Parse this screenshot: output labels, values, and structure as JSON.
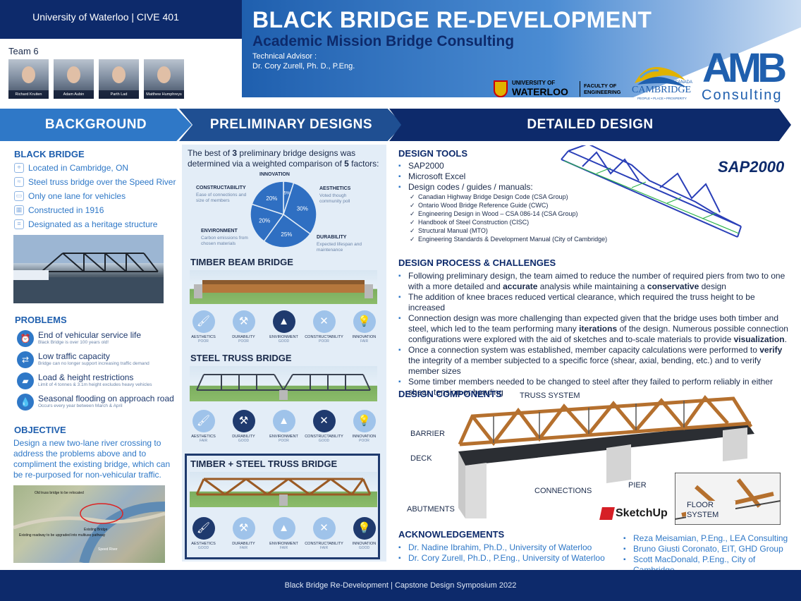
{
  "header": {
    "course": "University of Waterloo  |  CIVE 401",
    "title": "BLACK BRIDGE RE-DEVELOPMENT",
    "subtitle": "Academic Mission Bridge Consulting",
    "advisor_label": "Technical Advisor :",
    "advisor_name": "Dr. Cory Zurell, Ph. D., P.Eng.",
    "team_label": "Team 6",
    "members": [
      "Richard Kruiten",
      "Adam Aubin",
      "Parth Lad",
      "Matthew Humphreys"
    ]
  },
  "logos": {
    "uw_line1": "UNIVERSITY OF",
    "uw_line2": "WATERLOO",
    "uw_faculty": "FACULTY OF ENGINEERING",
    "cambridge": "CAMBRIDGE",
    "cambridge_country": "CANADA",
    "cambridge_tag": "PEOPLE • PLACE • PROSPERITY",
    "amb_letters": "AMB",
    "amb_word": "Consulting"
  },
  "sections": {
    "background": "BACKGROUND",
    "preliminary": "PRELIMINARY DESIGNS",
    "detailed": "DETAILED DESIGN"
  },
  "background": {
    "heading": "BLACK BRIDGE",
    "items": [
      "Located in Cambridge, ON",
      "Steel truss bridge over the Speed River",
      "Only one lane for vehicles",
      "Constructed in 1916",
      "Designated as a heritage structure"
    ],
    "problems_heading": "PROBLEMS",
    "problems": [
      {
        "title": "End of vehicular service life",
        "detail": "Black Bridge is over 100 years old!"
      },
      {
        "title": "Low traffic capacity",
        "detail": "Bridge can no longer support increasing traffic demand"
      },
      {
        "title": "Load & height restrictions",
        "detail": "Limit of 4 tonnes & 3.1m height excludes heavy vehicles"
      },
      {
        "title": "Seasonal flooding on approach road",
        "detail": "Occurs every year between March & April"
      }
    ],
    "objective_heading": "OBJECTIVE",
    "objective": "Design a new two-lane river crossing to address the problems above and to compliment the existing bridge, which can be re-purposed for non-vehicular traffic.",
    "map_labels": [
      "Old truss bridge to be relocated",
      "Existing roadway to be upgraded into multiuse pathway",
      "Existing Bridge",
      "Speed River"
    ]
  },
  "preliminary": {
    "intro_a": "The best of ",
    "intro_n1": "3",
    "intro_b": " preliminary bridge designs was determined via a weighted comparison of ",
    "intro_n2": "5",
    "intro_c": " factors:",
    "pie": [
      {
        "name": "INNOVATION",
        "pct": "5%",
        "value": 5,
        "note": ""
      },
      {
        "name": "AESTHETICS",
        "pct": "30%",
        "value": 30,
        "note": "Voted though community poll"
      },
      {
        "name": "DURABILITY",
        "pct": "25%",
        "value": 25,
        "note": "Expected lifespan and maintenance"
      },
      {
        "name": "ENVIRONMENT",
        "pct": "20%",
        "value": 20,
        "note": "Carbon emissions from chosen materials"
      },
      {
        "name": "CONSTRUCTABILITY",
        "pct": "20%",
        "value": 20,
        "note": "Ease of connections and size of members"
      }
    ],
    "bridges": [
      {
        "title": "TIMBER BEAM BRIDGE",
        "factors": [
          {
            "n": "AESTHETICS",
            "r": "POOR",
            "d": false
          },
          {
            "n": "DURABILITY",
            "r": "POOR",
            "d": false
          },
          {
            "n": "ENVIRONMENT",
            "r": "GOOD",
            "d": true
          },
          {
            "n": "CONSTRUCTABILITY",
            "r": "POOR",
            "d": false
          },
          {
            "n": "INNOVATION",
            "r": "FAIR",
            "d": false
          }
        ]
      },
      {
        "title": "STEEL TRUSS BRIDGE",
        "factors": [
          {
            "n": "AESTHETICS",
            "r": "FAIR",
            "d": false
          },
          {
            "n": "DURABILITY",
            "r": "GOOD",
            "d": true
          },
          {
            "n": "ENVIRONMENT",
            "r": "POOR",
            "d": false
          },
          {
            "n": "CONSTRUCTABILITY",
            "r": "GOOD",
            "d": true
          },
          {
            "n": "INNOVATION",
            "r": "POOR",
            "d": false
          }
        ]
      },
      {
        "title": "TIMBER + STEEL TRUSS BRIDGE",
        "factors": [
          {
            "n": "AESTHETICS",
            "r": "GOOD",
            "d": true
          },
          {
            "n": "DURABILITY",
            "r": "FAIR",
            "d": false
          },
          {
            "n": "ENVIRONMENT",
            "r": "FAIR",
            "d": false
          },
          {
            "n": "CONSTRUCTABILITY",
            "r": "FAIR",
            "d": false
          },
          {
            "n": "INNOVATION",
            "r": "GOOD",
            "d": true
          }
        ]
      }
    ]
  },
  "detailed": {
    "tools_heading": "DESIGN TOOLS",
    "tools": [
      "SAP2000",
      "Microsoft Excel",
      "Design codes / guides / manuals:"
    ],
    "codes": [
      "Canadian Highway Bridge Design Code (CSA Group)",
      "Ontario Wood Bridge Reference Guide (CWC)",
      "Engineering Design in Wood – CSA 086-14 (CSA Group)",
      "Handbook of Steel Construction (CISC)",
      "Structural Manual (MTO)",
      "Engineering Standards & Development Manual (City of Cambridge)"
    ],
    "sap_logo": "SAP2000",
    "process_heading": "DESIGN PROCESS & CHALLENGES",
    "p1a": "Following preliminary design, the team aimed to reduce the number of required piers from two to one with a more detailed and ",
    "p1b": "accurate",
    "p1c": " analysis while maintaining a ",
    "p1d": "conservative",
    "p1e": " design",
    "p2": "The addition of knee braces reduced vertical clearance, which required the truss height to be increased",
    "p3a": "Connection design was more challenging than expected given that the bridge uses both timber and steel, which led to the team performing many ",
    "p3b": "iterations",
    "p3c": " of the design. Numerous possible connection configurations were explored with the aid of sketches and to-scale materials to provide ",
    "p3d": "visualization",
    "p3e": ".",
    "p4a": "Once a connection system was established, member capacity calculations were performed to ",
    "p4b": "verify",
    "p4c": " the integrity of a member subjected to a specific force (shear, axial, bending, etc.) and to verify member sizes",
    "p5": "Some timber members needed to be changed to steel after they failed to perform reliably in either shear, tension or bending",
    "components_heading": "DESIGN COMPONENTS",
    "components": {
      "truss": "TRUSS SYSTEM",
      "barrier": "BARRIER",
      "deck": "DECK",
      "connections": "CONNECTIONS",
      "pier": "PIER",
      "abutments": "ABUTMENTS",
      "floor1": "FLOOR",
      "floor2": "SYSTEM"
    },
    "sketchup": "SketchUp",
    "ack_heading": "ACKNOWLEDGEMENTS",
    "ack_left": [
      "Dr. Nadine Ibrahim,  Ph.D., University of Waterloo",
      "Dr. Cory Zurell, Ph.D., P.Eng., University of Waterloo"
    ],
    "ack_right": [
      "Reza Meisamian, P.Eng., LEA Consulting",
      "Bruno Giusti Coronato, EIT, GHD Group",
      "Scott MacDonald, P.Eng., City of Cambridge"
    ]
  },
  "footer": "Black Bridge Re-Development  |  Capstone Design Symposium 2022",
  "colors": {
    "navy": "#0d2a6b",
    "blue": "#2f78c7",
    "light": "#9fc3ea"
  }
}
